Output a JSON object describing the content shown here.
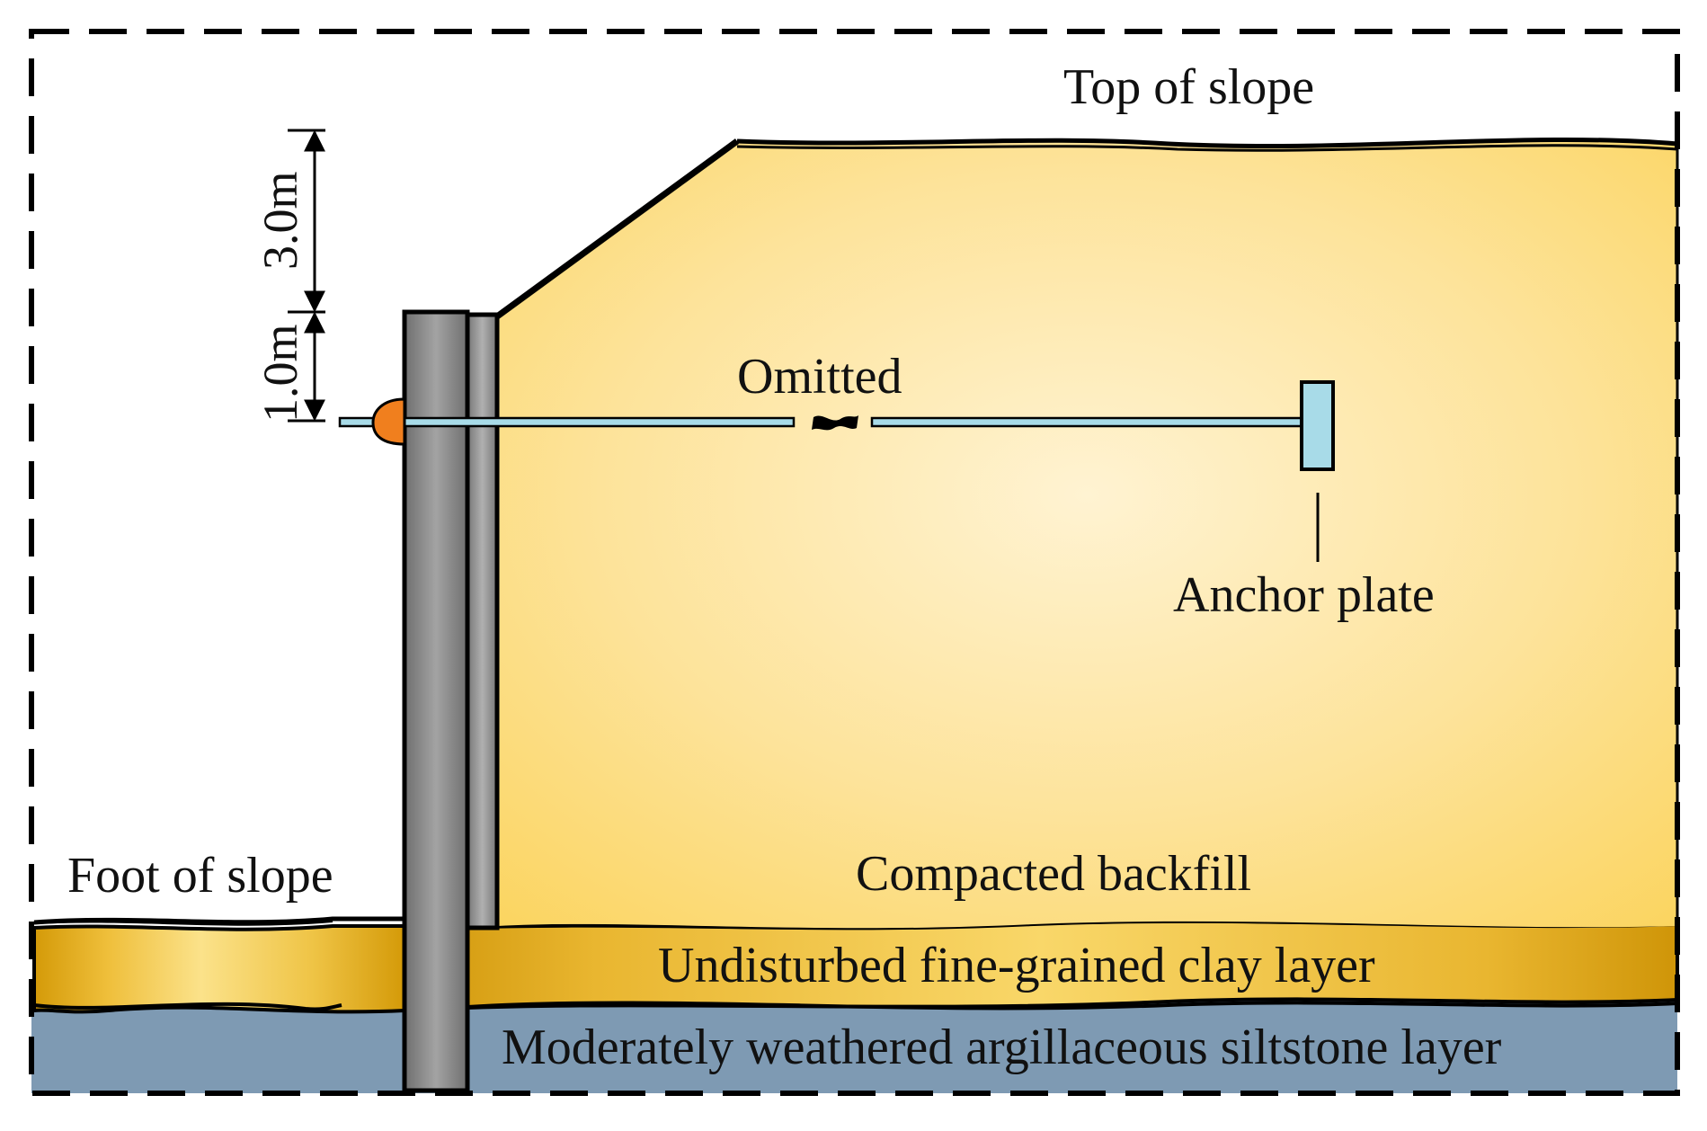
{
  "labels": {
    "top_of_slope": "Top of slope",
    "foot_of_slope": "Foot of slope",
    "omitted": "Omitted",
    "anchor_plate": "Anchor plate",
    "compacted_backfill": "Compacted backfill",
    "clay_layer": "Undisturbed fine-grained clay layer",
    "siltstone_layer": "Moderately weathered argillaceous siltstone layer",
    "dim_upper": "3.0m",
    "dim_lower": "1.0m"
  },
  "colors": {
    "backfill": "#fbd766",
    "backfill_center": "#fff3d2",
    "clay": "#d49a08",
    "clay_light": "#f9d769",
    "siltstone": "#7e9ab3",
    "pile_dark": "#6f6f6f",
    "pile_light": "#a3a3a3",
    "rod": "#a8dbe8",
    "nut": "#f07f1e",
    "outline": "#000000"
  }
}
